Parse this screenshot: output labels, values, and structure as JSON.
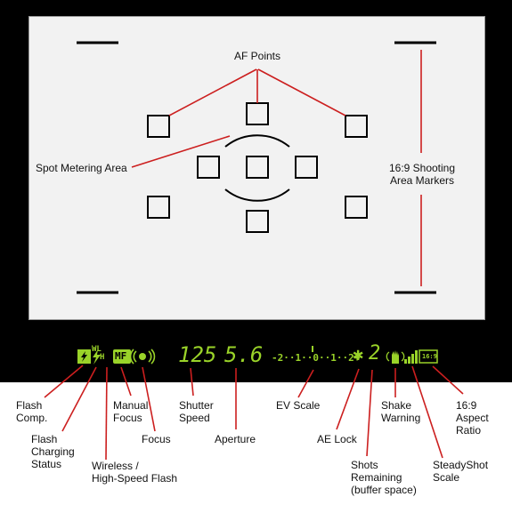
{
  "viewfinder_labels": {
    "af_points": "AF Points",
    "spot_metering_area": "Spot Metering Area",
    "aspect_markers": "16:9 Shooting\nArea Markers"
  },
  "lcd": {
    "flash_comp_icon": "lightning-plus-minus-icon",
    "wl_text": "WL",
    "h_text": "H",
    "mf_text": "MF",
    "focus_icon": "focus-confirm-icon",
    "shutter_speed": "125",
    "aperture": "5.6",
    "ev_scale": "-2··1··0··1··2+",
    "ae_lock": "✱",
    "shots_remaining": "2",
    "shake_icon": "shake-hand-icon",
    "steadyshot_icon": "signal-bars-icon",
    "aspect_text": "16:9",
    "color": "#9ad329"
  },
  "bottom_labels": {
    "flash_comp": "Flash\nComp.",
    "flash_charging": "Flash\nCharging\nStatus",
    "wireless_flash": "Wireless /\nHigh-Speed Flash",
    "manual_focus": "Manual\nFocus",
    "focus": "Focus",
    "shutter_speed": "Shutter\nSpeed",
    "aperture": "Aperture",
    "ev_scale": "EV Scale",
    "ae_lock": "AE Lock",
    "shots_remaining": "Shots\nRemaining\n(buffer space)",
    "shake_warning": "Shake\nWarning",
    "steadyshot_scale": "SteadyShot\nScale",
    "aspect_ratio": "16:9\nAspect\nRatio"
  },
  "colors": {
    "callout_line": "#cc1f1f",
    "frame": "#000000"
  }
}
